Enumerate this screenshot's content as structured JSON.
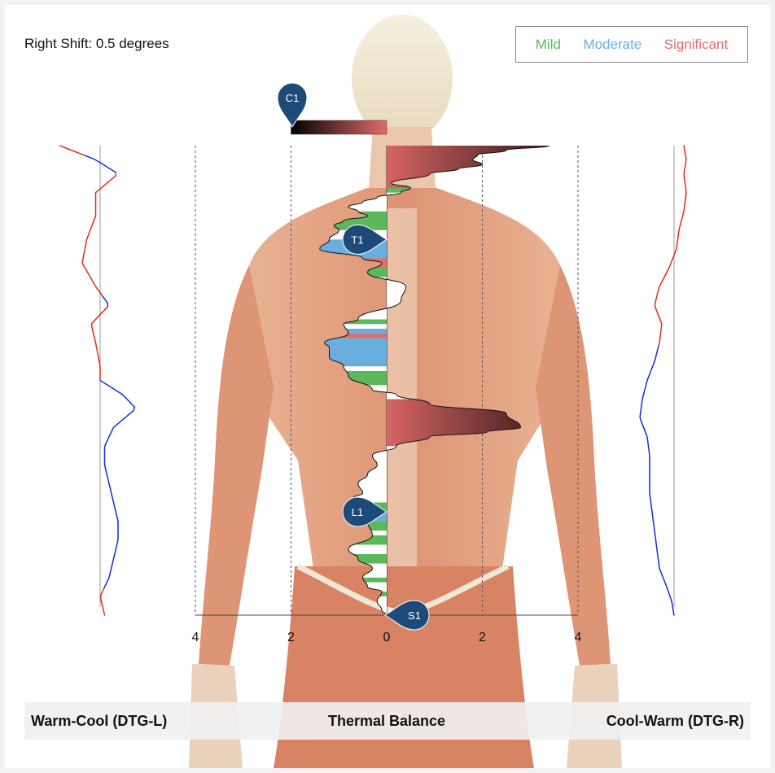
{
  "header": {
    "shift_label": "Right Shift: 0.5 degrees"
  },
  "legend": {
    "items": [
      {
        "label": "Mild",
        "color": "#5cb85c"
      },
      {
        "label": "Moderate",
        "color": "#6aaee0"
      },
      {
        "label": "Significant",
        "color": "#e06c6c"
      }
    ]
  },
  "footer": {
    "left_label": "Warm-Cool (DTG-L)",
    "center_label": "Thermal Balance",
    "right_label": "Cool-Warm (DTG-R)"
  },
  "colors": {
    "mild": "#5cb85c",
    "moderate": "#6aaee0",
    "significant": "#e06c6c",
    "marker": "#1e4a7a",
    "line_warm": "#e03020",
    "line_cool": "#1a2fd6",
    "skin_light": "#efe6d2",
    "muscle": "#d9825e"
  },
  "chart_data": {
    "type": "area",
    "x_axis": {
      "ticks": [
        {
          "value": -4,
          "label": "4"
        },
        {
          "value": -2,
          "label": "2"
        },
        {
          "value": 0,
          "label": "0"
        },
        {
          "value": 2,
          "label": "2"
        },
        {
          "value": 4,
          "label": "4"
        }
      ],
      "range": [
        -4,
        4
      ]
    },
    "markers": [
      {
        "label": "C1",
        "position": 0.0
      },
      {
        "label": "T1",
        "position": 0.2
      },
      {
        "label": "L1",
        "position": 0.78
      },
      {
        "label": "S1",
        "position": 1.0
      }
    ],
    "cervical_bar": {
      "value": -2.0
    },
    "thermal_profile": {
      "positions": [
        0.0,
        0.01,
        0.02,
        0.03,
        0.04,
        0.05,
        0.06,
        0.08,
        0.09,
        0.1,
        0.11,
        0.12,
        0.13,
        0.14,
        0.15,
        0.16,
        0.17,
        0.18,
        0.2,
        0.22,
        0.24,
        0.25,
        0.27,
        0.3,
        0.33,
        0.37,
        0.38,
        0.4,
        0.42,
        0.43,
        0.45,
        0.47,
        0.49,
        0.52,
        0.53,
        0.55,
        0.57,
        0.6,
        0.61,
        0.62,
        0.64,
        0.66,
        0.68,
        0.7,
        0.72,
        0.74,
        0.75,
        0.78,
        0.8,
        0.83,
        0.86,
        0.88,
        0.9,
        0.92,
        0.94,
        0.95,
        0.97,
        0.99,
        1.0
      ],
      "values": [
        3.4,
        2.5,
        1.9,
        1.8,
        2.0,
        1.5,
        0.9,
        0.1,
        0.5,
        0.3,
        -0.2,
        -0.5,
        -0.8,
        -0.6,
        -0.4,
        -0.9,
        -1.1,
        -1.0,
        -1.2,
        -1.4,
        -0.5,
        -0.1,
        -0.4,
        0.4,
        0.3,
        -0.6,
        -0.9,
        -0.8,
        -1.3,
        -1.2,
        -1.2,
        -0.9,
        -0.8,
        -0.3,
        0.2,
        0.9,
        2.5,
        2.8,
        2.1,
        0.9,
        0.2,
        -0.3,
        -0.2,
        -0.4,
        -0.6,
        -0.5,
        -0.7,
        -0.8,
        -0.4,
        -0.3,
        -0.8,
        -0.6,
        -0.3,
        -0.5,
        -0.4,
        -0.1,
        -0.2,
        -0.1,
        0.0
      ],
      "bands": [
        {
          "start": 0.08,
          "end": 0.1,
          "level": "mild"
        },
        {
          "start": 0.14,
          "end": 0.18,
          "level": "mild"
        },
        {
          "start": 0.2,
          "end": 0.24,
          "level": "moderate"
        },
        {
          "start": 0.24,
          "end": 0.26,
          "level": "significant"
        },
        {
          "start": 0.26,
          "end": 0.28,
          "level": "mild"
        },
        {
          "start": 0.37,
          "end": 0.38,
          "level": "mild"
        },
        {
          "start": 0.39,
          "end": 0.4,
          "level": "moderate"
        },
        {
          "start": 0.4,
          "end": 0.41,
          "level": "significant"
        },
        {
          "start": 0.41,
          "end": 0.47,
          "level": "moderate"
        },
        {
          "start": 0.48,
          "end": 0.51,
          "level": "mild"
        },
        {
          "start": 0.54,
          "end": 0.56,
          "level": "moderate"
        },
        {
          "start": 0.61,
          "end": 0.63,
          "level": "mild"
        },
        {
          "start": 0.76,
          "end": 0.78,
          "level": "mild"
        },
        {
          "start": 0.78,
          "end": 0.8,
          "level": "moderate"
        },
        {
          "start": 0.8,
          "end": 0.82,
          "level": "mild"
        },
        {
          "start": 0.83,
          "end": 0.85,
          "level": "mild"
        },
        {
          "start": 0.87,
          "end": 0.89,
          "level": "mild"
        },
        {
          "start": 0.92,
          "end": 0.93,
          "level": "mild"
        },
        {
          "start": 0.95,
          "end": 0.96,
          "level": "mild"
        }
      ],
      "significant_gradients": [
        {
          "start": 0.0,
          "end": 0.09,
          "side": "right"
        },
        {
          "start": 0.54,
          "end": 0.64,
          "side": "right"
        }
      ]
    },
    "dtg_left": {
      "positions": [
        0.0,
        0.03,
        0.06,
        0.1,
        0.15,
        0.2,
        0.25,
        0.3,
        0.34,
        0.38,
        0.42,
        0.47,
        0.5,
        0.53,
        0.56,
        0.6,
        0.64,
        0.68,
        0.72,
        0.76,
        0.8,
        0.84,
        0.88,
        0.92,
        0.96,
        1.0
      ],
      "values": [
        0.9,
        0.1,
        -0.4,
        0.1,
        0.1,
        0.3,
        0.4,
        0.1,
        -0.2,
        0.2,
        0.1,
        0.0,
        0.0,
        -0.5,
        -0.8,
        -0.3,
        -0.1,
        -0.1,
        -0.2,
        -0.3,
        -0.4,
        -0.4,
        -0.3,
        -0.2,
        0.0,
        -0.1
      ],
      "warm_ranges": [
        [
          0.0,
          0.02
        ],
        [
          0.06,
          0.32
        ],
        [
          0.34,
          0.5
        ],
        [
          0.94,
          1.0
        ]
      ]
    },
    "dtg_right": {
      "positions": [
        0.0,
        0.03,
        0.06,
        0.1,
        0.14,
        0.18,
        0.22,
        0.26,
        0.3,
        0.34,
        0.38,
        0.42,
        0.46,
        0.5,
        0.54,
        0.58,
        0.62,
        0.66,
        0.7,
        0.74,
        0.78,
        0.82,
        0.86,
        0.9,
        0.94,
        0.97,
        1.0
      ],
      "values": [
        0.4,
        0.5,
        0.4,
        0.5,
        0.4,
        0.2,
        0.1,
        -0.2,
        -0.6,
        -0.8,
        -0.5,
        -0.6,
        -0.8,
        -1.1,
        -1.3,
        -1.4,
        -1.1,
        -1.0,
        -1.0,
        -1.0,
        -0.9,
        -0.8,
        -0.7,
        -0.6,
        -0.3,
        -0.1,
        0.0
      ],
      "warm_ranges": [
        [
          0.0,
          0.43
        ]
      ]
    }
  }
}
